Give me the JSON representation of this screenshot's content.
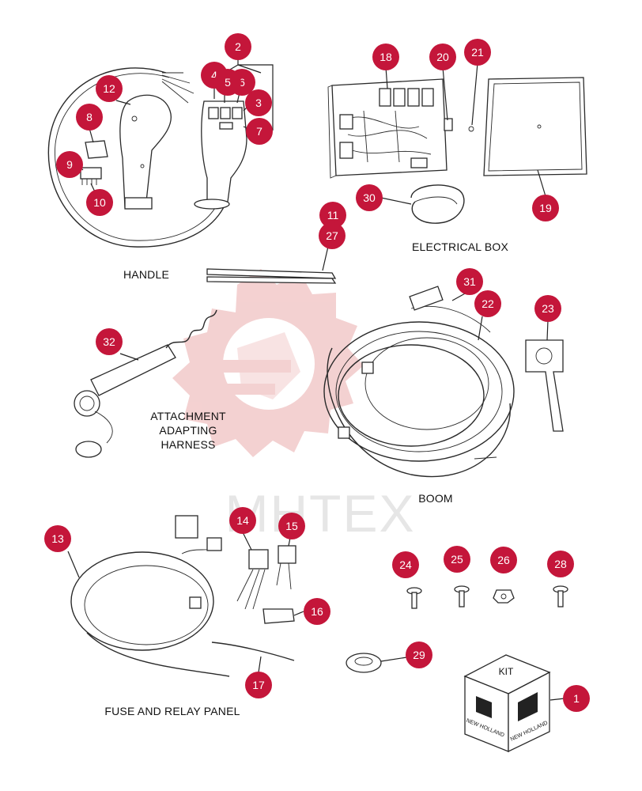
{
  "watermark": {
    "text": "MHTEX"
  },
  "section_labels": {
    "handle": "HANDLE",
    "electrical_box": "ELECTRICAL BOX",
    "attachment_1": "ATTACHMENT",
    "attachment_2": "ADAPTING",
    "attachment_3": "HARNESS",
    "boom": "BOOM",
    "fuse_relay": "FUSE AND RELAY PANEL"
  },
  "kit": {
    "label": "KIT",
    "brand_left": "NEW HOLLAND",
    "brand_right": "NEW HOLLAND"
  },
  "callouts": {
    "c1": "1",
    "c2": "2",
    "c3": "3",
    "c4": "4",
    "c5": "5",
    "c6": "6",
    "c7": "7",
    "c8": "8",
    "c9": "9",
    "c10": "10",
    "c11": "11",
    "c12": "12",
    "c13": "13",
    "c14": "14",
    "c15": "15",
    "c16": "16",
    "c17": "17",
    "c18": "18",
    "c19": "19",
    "c20": "20",
    "c21": "21",
    "c22": "22",
    "c23": "23",
    "c24": "24",
    "c25": "25",
    "c26": "26",
    "c27": "27",
    "c28": "28",
    "c29": "29",
    "c30": "30",
    "c31": "31",
    "c32": "32"
  },
  "colors": {
    "callout": "#c4163a",
    "watermark": "#f2c9c9",
    "ink": "#2a2a2a"
  }
}
